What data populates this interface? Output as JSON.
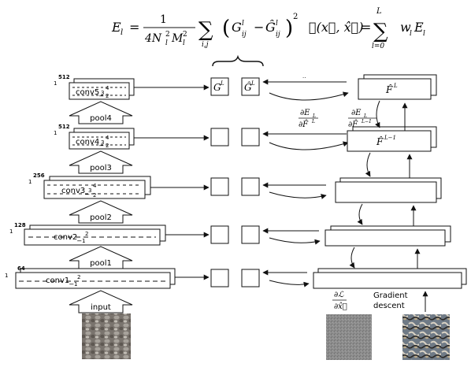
{
  "equations": {
    "style_error": {
      "lhs": "E",
      "lhs_sub": "l",
      "equals": "=",
      "frac_num": "1",
      "frac_den_a": "4N",
      "frac_den_a_sup": "2",
      "frac_den_a_sub": "l",
      "frac_den_b": "M",
      "frac_den_b_sup": "2",
      "frac_den_b_sub": "l",
      "sum_symbol": "∑",
      "sum_sub": "i,j",
      "paren_open": "(",
      "g": "G",
      "g_sup": "l",
      "g_sub": "ij",
      "minus": "−",
      "ghat": "Ĝ",
      "ghat_sup": "l",
      "ghat_sub": "ij",
      "paren_close": ")",
      "square": "2"
    },
    "total_loss": {
      "lhs": "ℒ(x⃗, x̂⃗)",
      "equals": "=",
      "sum_symbol": "∑",
      "sum_top": "L",
      "sum_bottom": "l=0",
      "body": "w",
      "body_sub": "l",
      "body2": "E",
      "body2_sub": "l"
    }
  },
  "network": {
    "layers": [
      {
        "label": "conv5_",
        "sub": "2",
        "indices": [
          "4",
          "3",
          "1"
        ],
        "top_num": "512",
        "corner_num": "1"
      },
      {
        "label": "conv4_",
        "sub": "2",
        "indices": [
          "4",
          "3",
          "1"
        ],
        "top_num": "512",
        "corner_num": "1"
      },
      {
        "label": "conv3_",
        "sub": "2",
        "indices": [
          "4",
          "3",
          "1"
        ],
        "top_num": "256",
        "corner_num": "1"
      },
      {
        "label": "conv2_",
        "sub": "1",
        "indices": [
          "2"
        ],
        "top_num": "128",
        "corner_num": "1"
      },
      {
        "label": "conv1_",
        "sub": "1",
        "indices": [
          "2"
        ],
        "top_num": "64",
        "corner_num": "1"
      }
    ],
    "pools": [
      "pool4",
      "pool3",
      "pool2",
      "pool1"
    ],
    "input_label": "input"
  },
  "gram": {
    "g_label": "G",
    "g_sup": "L",
    "ghat_label": "Ĝ",
    "ghat_sup": "L"
  },
  "synthesis": {
    "f_top": "F̂",
    "f_top_sup": "L",
    "f_second": "F̂",
    "f_second_sup": "L−1",
    "deriv1_num": "∂E",
    "deriv1_num_sub": "L",
    "deriv1_den": "∂F̂",
    "deriv1_den_sup": "L",
    "deriv2_num": "∂E",
    "deriv2_num_sub": "L",
    "deriv2_den": "∂F̂",
    "deriv2_den_sup": "L−1",
    "dl_num": "∂ℒ",
    "dl_den": "∂x̂⃗",
    "gradient_line1": "Gradient",
    "gradient_line2": "descent",
    "small_tick": "··"
  },
  "colors": {
    "ink": "#111111",
    "pebbles_bg": "#7a746e",
    "noise_bg": "#8a8a8a",
    "texture_bg": "#6f7a86"
  }
}
